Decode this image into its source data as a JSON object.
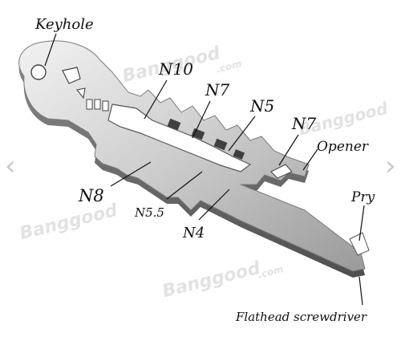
{
  "product": {
    "name_labels": {
      "keyhole": "Keyhole",
      "n10": "N10",
      "n7_upper": "N7",
      "n5": "N5",
      "n7_right": "N7",
      "opener": "Opener",
      "pry": "Pry",
      "n8": "N8",
      "n5_5": "N5.5",
      "n4": "N4",
      "flathead": "Flathead screwdriver"
    },
    "watermark": {
      "text_1": "Banggood",
      "text_2": "Banggood",
      "text_3": "Banggood",
      "domain_1": ".com",
      "domain_2": ".com"
    }
  },
  "navigation": {
    "prev_icon": "chevron-left-icon",
    "next_icon": "chevron-right-icon"
  },
  "colors": {
    "steel_light": "#e6e6e6",
    "steel_mid": "#b8b8b8",
    "steel_dark": "#6f6f6f",
    "label_text": "#111111",
    "pointer_line": "#111111",
    "watermark": "#d9d9d9"
  }
}
